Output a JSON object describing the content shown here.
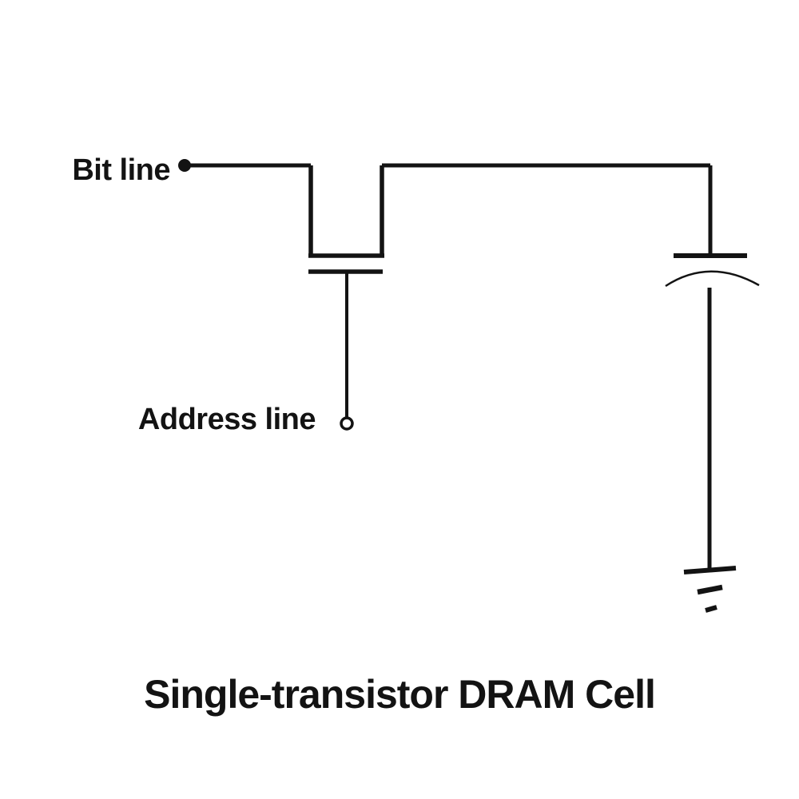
{
  "canvas": {
    "background": "#ffffff",
    "ink": "#131313"
  },
  "diagram": {
    "bit_line_label": "Bit line",
    "address_line_label": "Address line",
    "caption": "Single-transistor DRAM Cell",
    "symbols": {
      "bit_line_terminal": "filled-dot",
      "address_line_terminal": "open-circle",
      "transistor": "mosfet-access-transistor",
      "capacitor": "storage-capacitor-curved-plate",
      "ground": "earth-ground"
    }
  }
}
